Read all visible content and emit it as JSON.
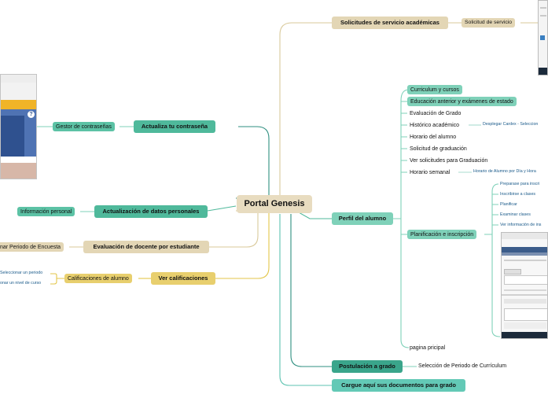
{
  "root": "Portal Genesis",
  "right": {
    "solicitudes": "Solicitudes de servicio académicas",
    "solicitud_servicio": "Solicitud de servicio",
    "perfil": "Perfil del alumno",
    "perfil_items": [
      "Curriculum y cursos",
      "Educación anterior y exámenes de estado",
      "Evaluación de Grado",
      "Histórico académico",
      "Horario del alumno",
      "Solicitud de graduación",
      "Ver solicitudes para Graduación",
      "Horario semanal",
      "Planificación  e inscripción",
      "pagina pricipal"
    ],
    "historico_link": "Desplegar Cardex - Seleccion",
    "horario_link": "Horario de Alumno por Día y Hora",
    "planificacion_items": [
      "Preparase para inscri",
      "Inscribirse a clases",
      "Planificar",
      "Examinar clases",
      "Ver información de ins"
    ],
    "postulacion": "Postulación a grado",
    "seleccion_periodo": "Selección de Periodo de Currículum",
    "cargue": "Cargue aquí sus documentos para grado"
  },
  "left": {
    "actualiza": "Actualiza tu contraseña",
    "gestor": "Gestor de contraseñas",
    "datos": "Actualización de datos personales",
    "info_personal": "Información personal",
    "evaluacion_docente": "Evaluación de docente por estudiante",
    "periodo_encuesta": "nar Periodo de Encuesta",
    "ver_calificaciones": "Ver calificaciones",
    "calificaciones_alumno": "Calificaciones de alumno",
    "sel_periodo": "Seleccionar un periodo",
    "sel_nivel": "onar un nivel de curso"
  },
  "colors": {
    "teal_dark": "#4fb99b",
    "teal_light": "#7fd1b9",
    "sand": "#e3d6b5",
    "gold": "#e8cf6e",
    "root": "#e8dcc0"
  },
  "icons": [
    "info-icon"
  ]
}
